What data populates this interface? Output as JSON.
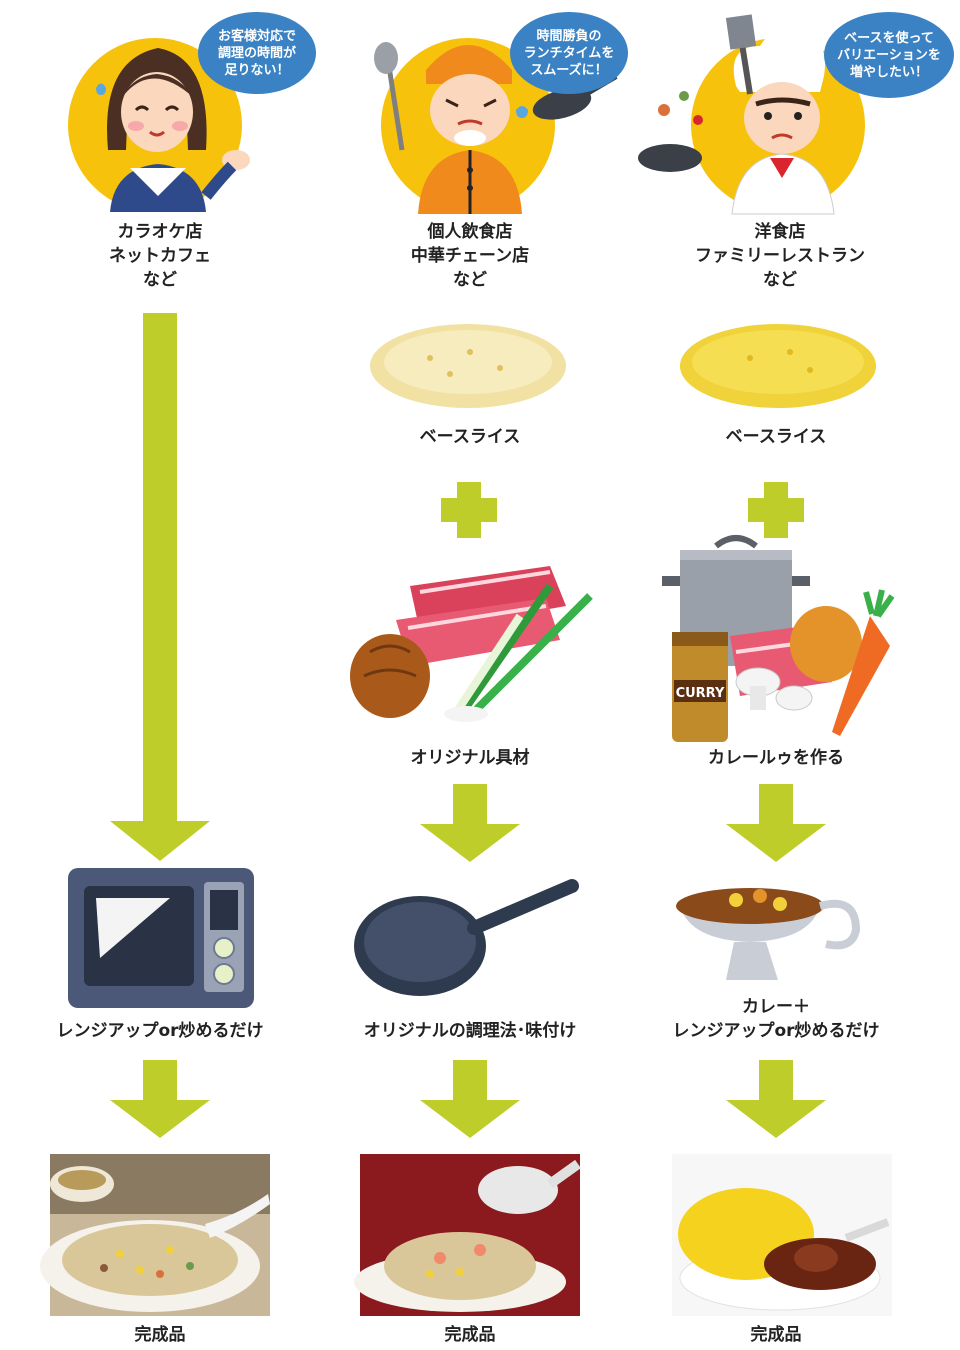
{
  "colors": {
    "arrow": "#bfcd2a",
    "circle": "#f6c20c",
    "bubble": "#3a82c4"
  },
  "columns": [
    {
      "bubble": "お客様対応で\n調理の時間が\n足りない！",
      "avatar_icon": "waitress-avatar-icon",
      "category": [
        "カラオケ店",
        "ネットカフェ",
        "など"
      ],
      "step": "レンジアップor炒めるだけ",
      "step_icon": "microwave-icon",
      "final": "完成品"
    },
    {
      "bubble": "時間勝負の\nランチタイムを\nスムーズに！",
      "avatar_icon": "chinese-cook-avatar-icon",
      "category": [
        "個人飲食店",
        "中華チェーン店",
        "など"
      ],
      "base": "ベースライス",
      "ingredients": "オリジナル具材",
      "step": "オリジナルの調理法･味付け",
      "step_icon": "frying-pan-icon",
      "final": "完成品"
    },
    {
      "bubble": "ベースを使って\nバリエーションを\n増やしたい！",
      "avatar_icon": "western-chef-avatar-icon",
      "category": [
        "洋食店",
        "ファミリーレストラン",
        "など"
      ],
      "base": "ベースライス",
      "ingredients": "カレールゥを作る",
      "curry_can": "CURRY",
      "step": [
        "カレー＋",
        "レンジアップor炒めるだけ"
      ],
      "step_icon": "curry-gravy-boat-icon",
      "final": "完成品"
    }
  ]
}
